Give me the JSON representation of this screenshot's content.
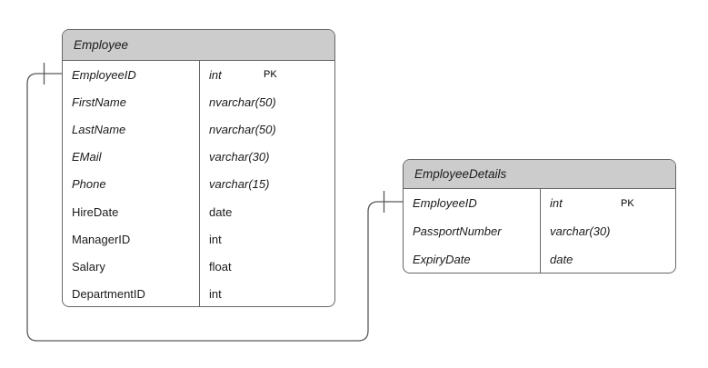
{
  "diagram": {
    "background": "#ffffff",
    "colors": {
      "header_fill": "#cccccc",
      "border": "#666666",
      "connector_line": "#595959",
      "text": "#1a1a1a"
    },
    "entities": [
      {
        "title": "Employee",
        "columns": [
          {
            "name": "EmployeeID",
            "type": "int",
            "key": "PK",
            "italic": true
          },
          {
            "name": "FirstName",
            "type": "nvarchar(50)",
            "italic": true
          },
          {
            "name": "LastName",
            "type": "nvarchar(50)",
            "italic": true
          },
          {
            "name": "EMail",
            "type": "varchar(30)",
            "italic": true
          },
          {
            "name": "Phone",
            "type": "varchar(15)",
            "italic": true
          },
          {
            "name": "HireDate",
            "type": "date",
            "italic": false
          },
          {
            "name": "ManagerID",
            "type": "int",
            "italic": false
          },
          {
            "name": "Salary",
            "type": "float",
            "italic": false
          },
          {
            "name": "DepartmentID",
            "type": "int",
            "italic": false
          }
        ]
      },
      {
        "title": "EmployeeDetails",
        "columns": [
          {
            "name": "EmployeeID",
            "type": "int",
            "key": "PK",
            "italic": true
          },
          {
            "name": "PassportNumber",
            "type": "varchar(30)",
            "italic": true
          },
          {
            "name": "ExpiryDate",
            "type": "date",
            "italic": true
          }
        ]
      }
    ],
    "relationship": {
      "from": "Employee.EmployeeID",
      "to": "EmployeeDetails.EmployeeID",
      "cardinality": "one-to-one"
    }
  }
}
